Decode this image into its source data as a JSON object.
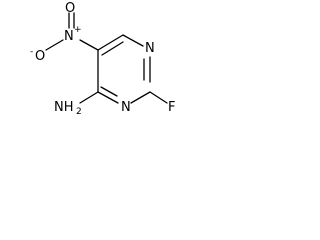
{
  "structure": {
    "atoms": {
      "ring_n1": "N",
      "ring_n3": "N",
      "fluorine": "F",
      "amine": "NH",
      "amine_subscript": "2",
      "nitro_n": "N",
      "nitro_n_charge": "+",
      "nitro_o_top": "O",
      "nitro_o_left": "O",
      "nitro_o_charge": "-"
    },
    "colors": {
      "bond": "#000000",
      "text": "#000000",
      "background": "#ffffff"
    }
  }
}
